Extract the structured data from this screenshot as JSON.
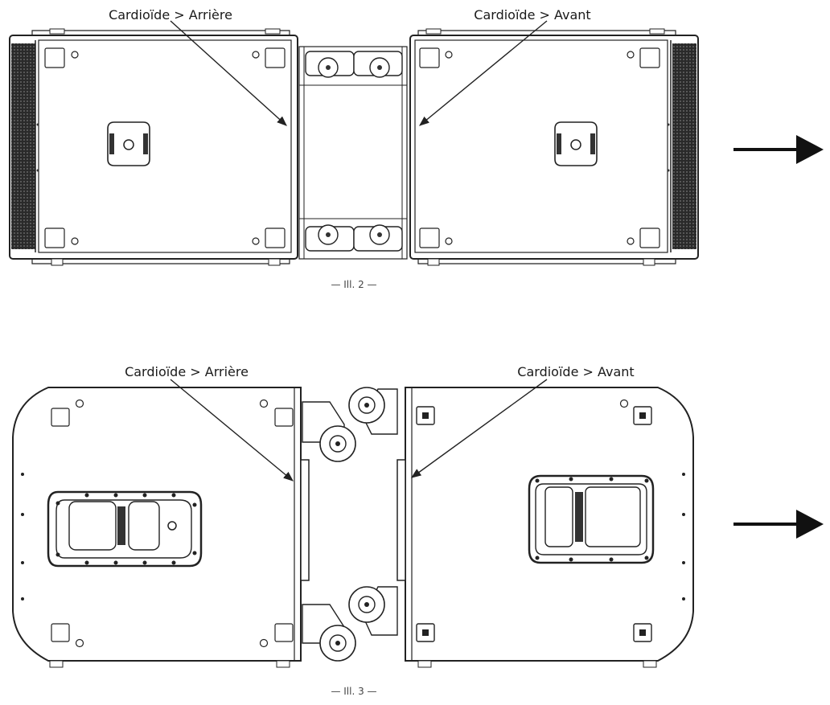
{
  "figure2": {
    "label_rear": "Cardioïde > Arrière",
    "label_front": "Cardioïde > Avant",
    "caption": "— Ill. 2 —"
  },
  "figure3": {
    "label_rear": "Cardioïde > Arrière",
    "label_front": "Cardioïde > Avant",
    "caption": "— Ill. 3 —"
  },
  "colors": {
    "line": "#222222",
    "grille": "#2a2a2a",
    "arrow": "#111111"
  },
  "icons": {
    "direction": "right-arrow-icon"
  }
}
